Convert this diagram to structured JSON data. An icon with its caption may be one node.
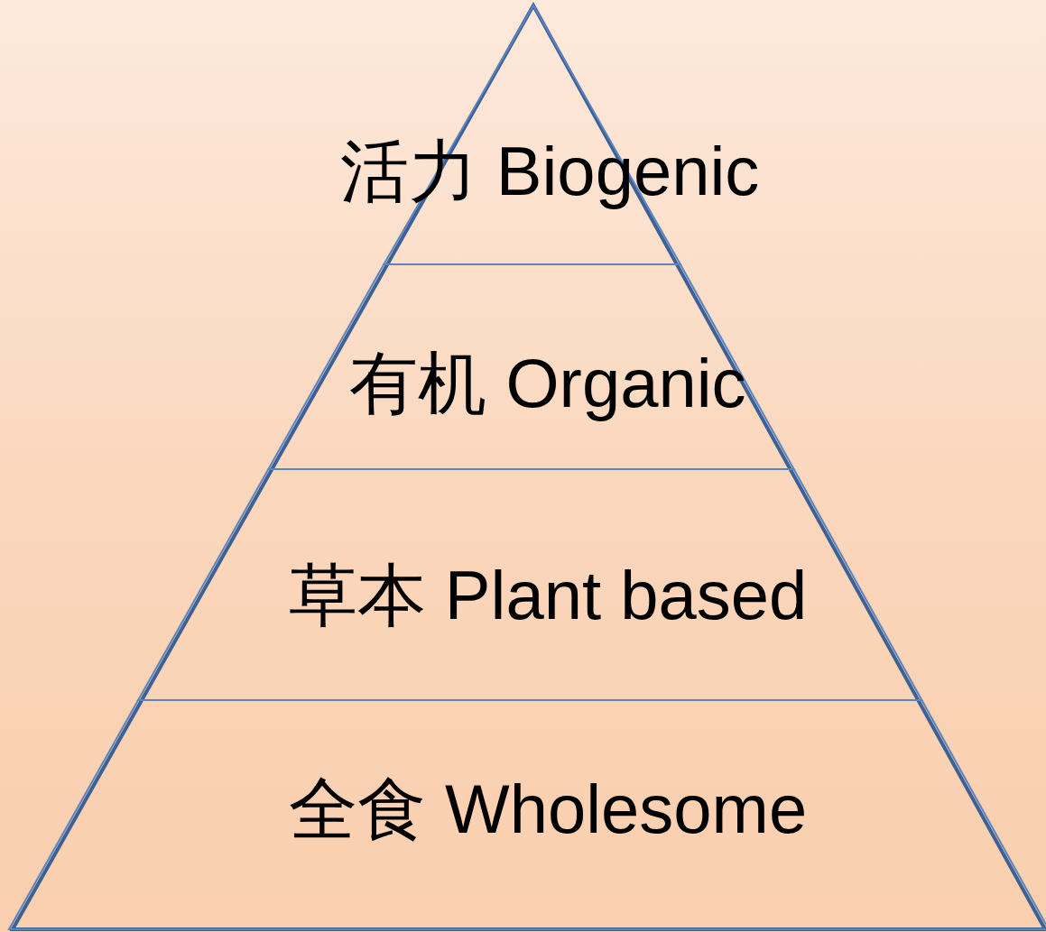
{
  "diagram": {
    "nodes": [
      {
        "text": [
          "活力 Biogenic"
        ]
      },
      {
        "text": [
          "有机 Organic"
        ]
      },
      {
        "text": [
          "草本 Plant based"
        ]
      },
      {
        "text": [
          "全食 Wholesome"
        ]
      }
    ]
  }
}
